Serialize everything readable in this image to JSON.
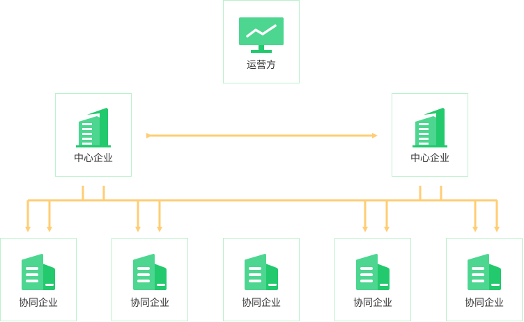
{
  "operator": {
    "label": "运营方",
    "icon": "monitor-chart-icon"
  },
  "center_enterprises": [
    {
      "label": "中心企业",
      "icon": "buildings-icon"
    },
    {
      "label": "中心企业",
      "icon": "buildings-icon"
    }
  ],
  "partner_enterprises": [
    {
      "label": "协同企业",
      "icon": "building-icon"
    },
    {
      "label": "协同企业",
      "icon": "building-icon"
    },
    {
      "label": "协同企业",
      "icon": "building-icon"
    },
    {
      "label": "协同企业",
      "icon": "building-icon"
    },
    {
      "label": "协同企业",
      "icon": "building-icon"
    }
  ],
  "colors": {
    "connector": "#ffcd73",
    "green_light": "#4cd690",
    "green_dark": "#22c96d",
    "border": "#b8f1cb"
  }
}
